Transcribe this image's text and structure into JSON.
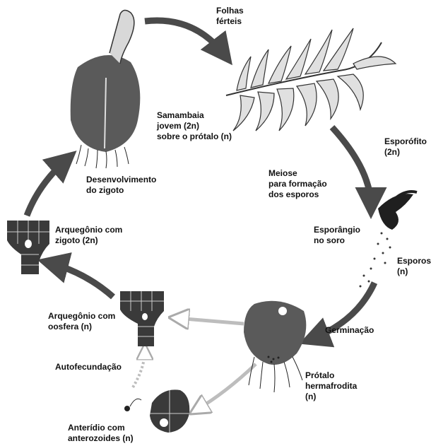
{
  "labels": {
    "folhas": [
      "Folhas",
      "férteis"
    ],
    "samambaia": [
      "Samambaia",
      "jovem (2n)",
      "sobre o prótalo (n)"
    ],
    "esporofito": [
      "Esporófito",
      "(2n)"
    ],
    "desenvolvimento": [
      "Desenvolvimento",
      "do zigoto"
    ],
    "meiose": [
      "Meiose",
      "para formação",
      "dos esporos"
    ],
    "arquegonio_zigoto": [
      "Arquegônio com",
      "zigoto (2n)"
    ],
    "esporangio": [
      "Esporângio",
      "no soro"
    ],
    "esporos": [
      "Esporos",
      "(n)"
    ],
    "arquegonio_oosfera": [
      "Arquegônio com",
      "oosfera (n)"
    ],
    "germinacao": [
      "Germinação"
    ],
    "autofecundacao": [
      "Autofecundação"
    ],
    "protalo": [
      "Prótalo",
      "hermafrodita",
      "(n)"
    ],
    "anteridio": [
      "Anterídio com",
      "anterozoides (n)"
    ]
  },
  "colors": {
    "arrow": "#4a4a4a",
    "organism": "#5a5a5a",
    "cell_fill": "#3a3a3a",
    "cell_line": "#cfcfcf",
    "light_arrow": "#bdbdbd"
  }
}
